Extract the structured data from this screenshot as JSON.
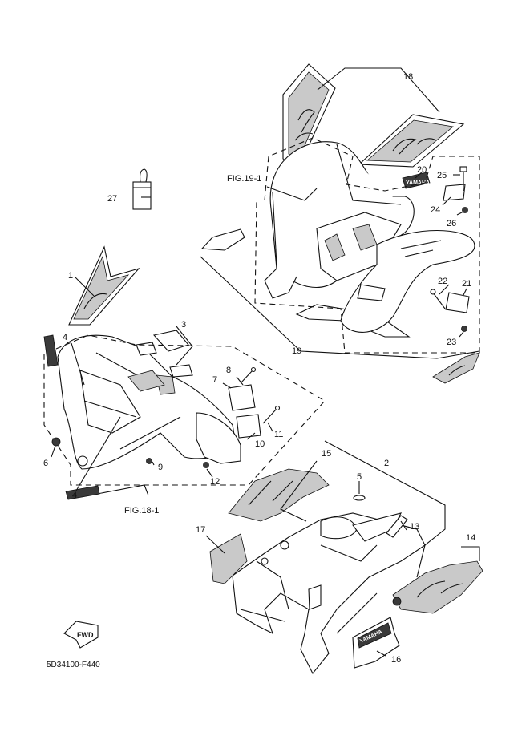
{
  "diagram": {
    "drawing_code": "5D34100-F440",
    "references": [
      "FIG.19-1",
      "FIG.18-1"
    ],
    "callouts": [
      "1",
      "2",
      "3",
      "4",
      "4",
      "5",
      "6",
      "7",
      "8",
      "9",
      "10",
      "11",
      "12",
      "13",
      "14",
      "15",
      "16",
      "17",
      "18",
      "19",
      "20",
      "21",
      "22",
      "23",
      "24",
      "25",
      "26",
      "27"
    ],
    "arrow_label": "FWD",
    "decal_texts": [
      "YAMAHA"
    ]
  }
}
